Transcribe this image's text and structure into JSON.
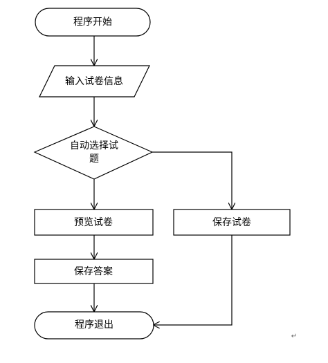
{
  "diagram": {
    "nodes": {
      "start": {
        "label": "程序开始",
        "shape": "terminator"
      },
      "input": {
        "label": "输入试卷信息",
        "shape": "parallelogram"
      },
      "decision": {
        "label_line1": "自动选择试",
        "label_line2": "题",
        "shape": "diamond"
      },
      "preview": {
        "label": "预览试卷",
        "shape": "process"
      },
      "save_paper": {
        "label": "保存试卷",
        "shape": "process"
      },
      "save_answer": {
        "label": "保存答案",
        "shape": "process"
      },
      "exit": {
        "label": "程序退出",
        "shape": "terminator"
      }
    },
    "edges": [
      {
        "from": "start",
        "to": "input"
      },
      {
        "from": "input",
        "to": "decision"
      },
      {
        "from": "decision",
        "to": "preview"
      },
      {
        "from": "decision",
        "to": "save_paper"
      },
      {
        "from": "preview",
        "to": "save_answer"
      },
      {
        "from": "save_answer",
        "to": "exit"
      },
      {
        "from": "save_paper",
        "to": "exit"
      }
    ],
    "stroke_color": "#000000",
    "fill_color": "#ffffff",
    "paragraph_mark": "↵"
  }
}
